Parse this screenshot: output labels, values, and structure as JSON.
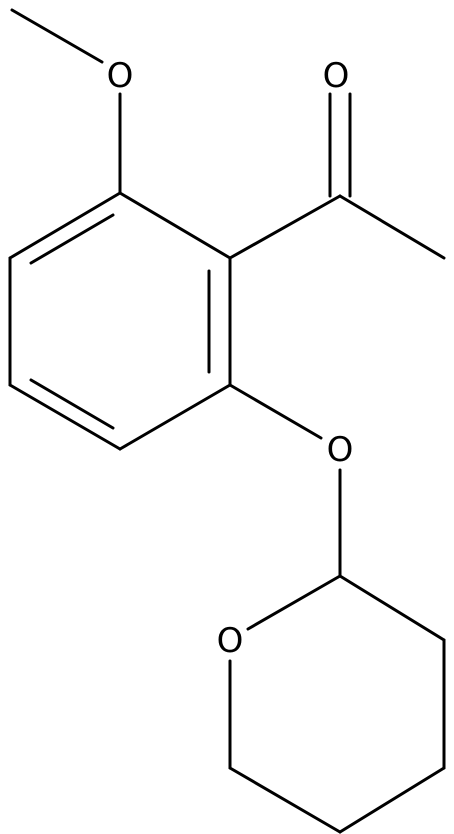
{
  "structure": {
    "atoms": [
      {
        "id": "o_methoxy",
        "label": "O"
      },
      {
        "id": "o_carbonyl",
        "label": "O"
      },
      {
        "id": "o_ether",
        "label": "O"
      },
      {
        "id": "o_ring",
        "label": "O"
      }
    ]
  },
  "colors": {
    "bond": "#000000",
    "label": "#000000",
    "background": "#ffffff"
  }
}
